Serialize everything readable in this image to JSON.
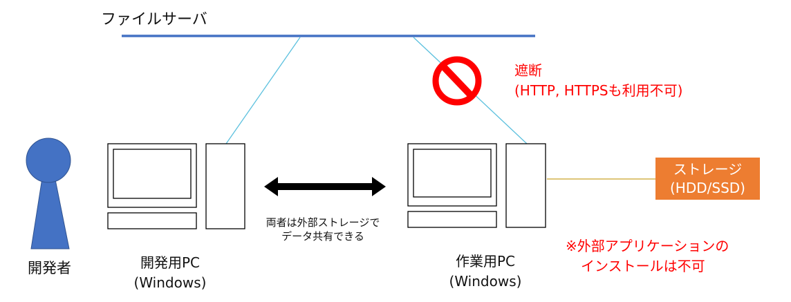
{
  "file_server": {
    "label": "ファイルサーバ"
  },
  "block": {
    "line1": "遮断",
    "line2": "(HTTP, HTTPSも利用不可)"
  },
  "developer": {
    "label": "開発者"
  },
  "dev_pc": {
    "line1": "開発用PC",
    "line2": "(Windows)"
  },
  "work_pc": {
    "line1": "作業用PC",
    "line2": "(Windows)"
  },
  "shared": {
    "line1": "両者は外部ストレージで",
    "line2": "データ共有できる"
  },
  "storage": {
    "line1": "ストレージ",
    "line2": "(HDD/SSD)"
  },
  "note": {
    "line1": "※外部アプリケーションの",
    "line2": "インストールは不可"
  },
  "colors": {
    "network_bus": "#4472c4",
    "connection_line": "#5bc0de",
    "person": "#4472c4",
    "block_sign": "#ff0000",
    "storage_fill": "#ed7d31",
    "storage_line": "#c9a227",
    "arrow": "#000000",
    "warning_text": "#ff0000"
  },
  "icons": [
    "person-icon",
    "prohibited-icon",
    "double-arrow-icon",
    "monitor-icon",
    "keyboard-icon",
    "tower-icon"
  ]
}
